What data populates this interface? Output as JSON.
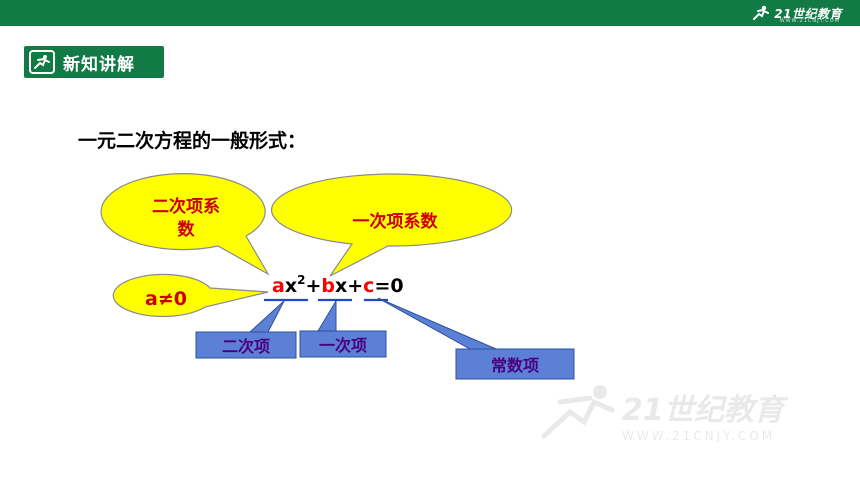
{
  "header": {
    "brand_text": "21世纪教育",
    "brand_sub": "WWW.21CNJY.COM"
  },
  "section": {
    "label": "新知讲解",
    "icon": "runner-icon"
  },
  "content": {
    "heading": "一元二次方程的一般形式：",
    "equation": {
      "a": "a",
      "x2": "x",
      "sup": "2",
      "plus1": "+",
      "b": "b",
      "x": "x",
      "plus2": "+",
      "c": "c",
      "eq": "=",
      "zero": "0"
    },
    "callouts": {
      "quadratic_coefficient_line1": "二次项系",
      "quadratic_coefficient_line2": "数",
      "linear_coefficient": "一次项系数",
      "condition": "a≠0"
    },
    "labels": {
      "quadratic_term": "二次项",
      "linear_term": "一次项",
      "constant_term": "常数项"
    }
  },
  "watermark": {
    "text": "21世纪教育",
    "sub": "WWW.21CNJY.COM"
  },
  "colors": {
    "header_green": "#127a45",
    "callout_fill": "#ffff00",
    "callout_text": "#cc0000",
    "label_box_fill": "#5b80d6",
    "label_box_stroke": "#2e4f9e",
    "label_text": "#4b0082",
    "coefficient_red": "#ff0000",
    "underline_blue": "#1f49c7"
  }
}
